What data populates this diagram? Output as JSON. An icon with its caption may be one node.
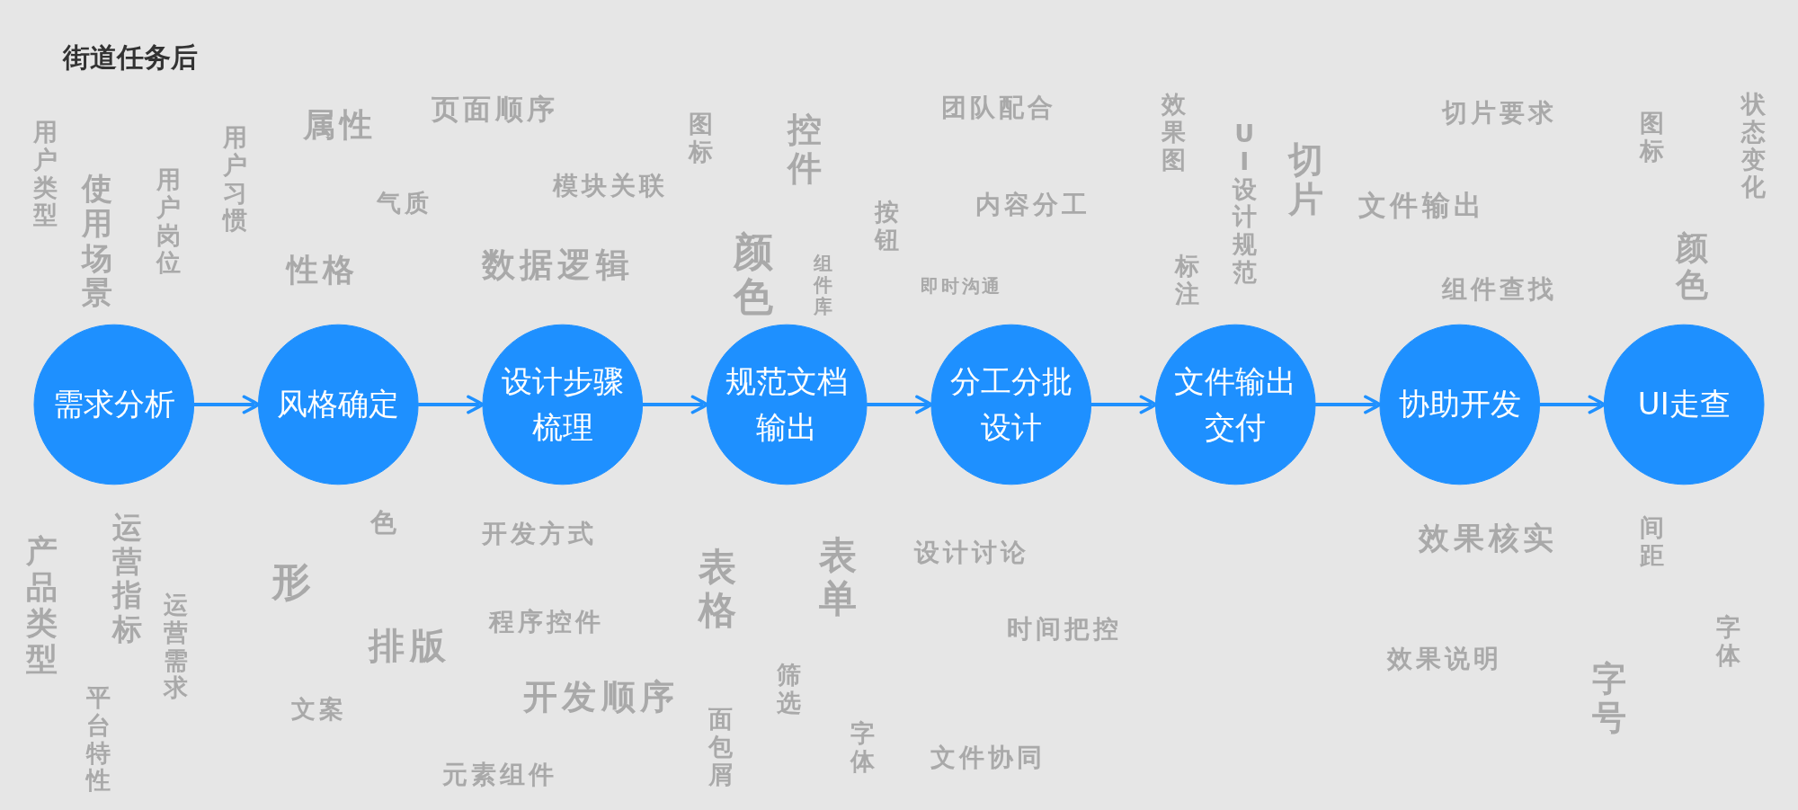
{
  "diagram": {
    "title": "街道任务后",
    "nodes": [
      {
        "text": [
          "需求分析"
        ]
      },
      {
        "text": [
          "风格确定"
        ]
      },
      {
        "text": [
          "设计步骤梳理"
        ]
      },
      {
        "text": [
          "规范文档输出"
        ]
      },
      {
        "text": [
          "分工分批设计"
        ]
      },
      {
        "text": [
          "文件输出交付"
        ]
      },
      {
        "text": [
          "协助开发"
        ]
      },
      {
        "text": [
          "UI走查"
        ]
      }
    ],
    "edges": [
      {
        "from": 0,
        "to": 1,
        "arrow": "to"
      },
      {
        "from": 1,
        "to": 2,
        "arrow": "to"
      },
      {
        "from": 2,
        "to": 3,
        "arrow": "to"
      },
      {
        "from": 3,
        "to": 4,
        "arrow": "to"
      },
      {
        "from": 4,
        "to": 5,
        "arrow": "to"
      },
      {
        "from": 5,
        "to": 6,
        "arrow": "to"
      },
      {
        "from": 6,
        "to": 7,
        "arrow": "to"
      }
    ],
    "labels": [
      "用户类型",
      "使用场景",
      "用户岗位",
      "用户习惯",
      "属性",
      "页面顺序",
      "气质",
      "性格",
      "模块关联",
      "数据逻辑",
      "图标",
      "控件",
      "颜色",
      "组件库",
      "按钮",
      "团队配合",
      "内容分工",
      "即时沟通",
      "效果图",
      "UI设计规范",
      "标注",
      "切片",
      "切片要求",
      "文件输出",
      "组件查找",
      "图标",
      "状态变化",
      "颜色",
      "产品类型",
      "运营指标",
      "运营需求",
      "平台特性",
      "色",
      "形",
      "开发方式",
      "排版",
      "程序控件",
      "文案",
      "开发顺序",
      "元素组件",
      "表格",
      "表单",
      "筛选",
      "面包屑",
      "字体",
      "设计讨论",
      "时间把控",
      "文件协同",
      "效果核实",
      "效果说明",
      "间距",
      "字号",
      "字体"
    ]
  }
}
